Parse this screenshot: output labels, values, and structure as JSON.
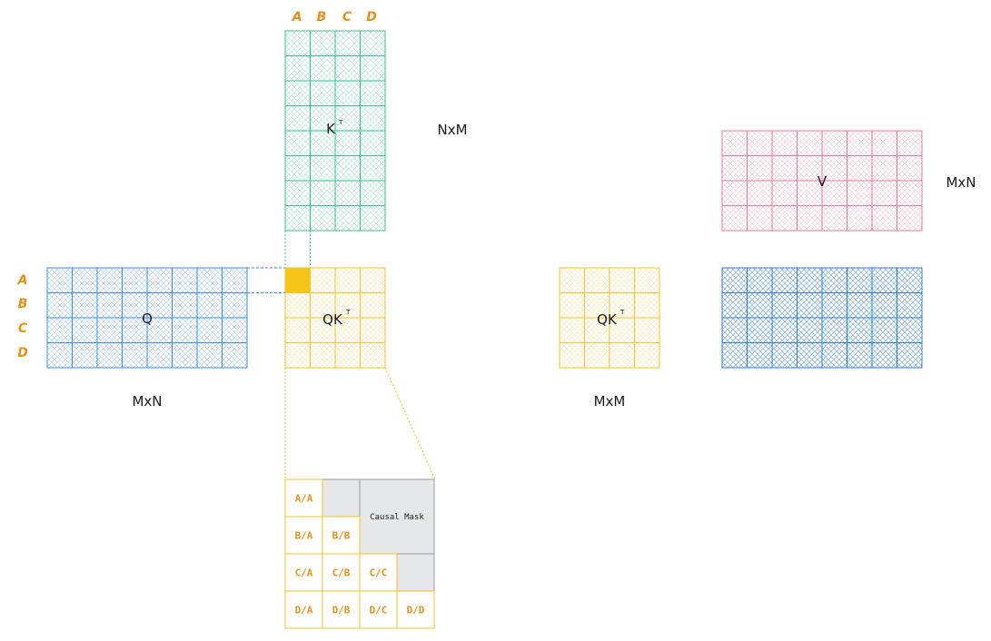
{
  "headers": {
    "columns": [
      "A",
      "B",
      "C",
      "D"
    ],
    "rows": [
      "A",
      "B",
      "C",
      "D"
    ]
  },
  "matrices": {
    "kt": {
      "label": "K",
      "superscript": "T",
      "dims": "NxM",
      "color": "#3dbf93"
    },
    "q": {
      "label": "Q",
      "dims": "MxN",
      "color": "#3a8ee6"
    },
    "qkt": {
      "label": "QK",
      "superscript": "T",
      "color": "#f2c12e",
      "highlight": "#f5c518"
    },
    "qkt2": {
      "label": "QK",
      "superscript": "T",
      "dims": "MxM",
      "color": "#f2c12e"
    },
    "v": {
      "label": "V",
      "dims": "MxN",
      "color": "#e8789a"
    },
    "out": {
      "color": "#2f7ed8"
    }
  },
  "mask": {
    "label": "Causal Mask",
    "mask_color": "#e6e7e8",
    "cells": [
      [
        "A/A",
        "",
        "",
        ""
      ],
      [
        "B/A",
        "B/B",
        "",
        ""
      ],
      [
        "C/A",
        "C/B",
        "C/C",
        ""
      ],
      [
        "D/A",
        "D/B",
        "D/C",
        "D/D"
      ]
    ]
  }
}
